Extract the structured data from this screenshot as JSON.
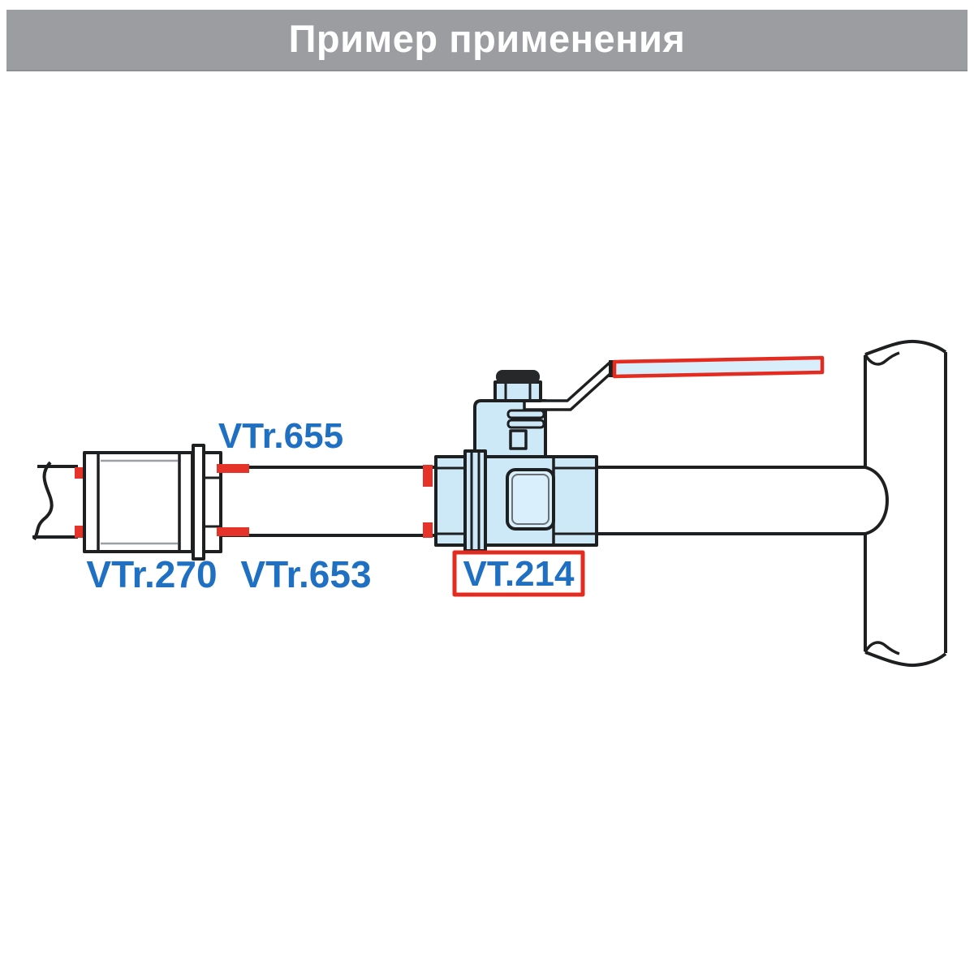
{
  "header": {
    "title": "Пример применения"
  },
  "diagram": {
    "labels": {
      "outer_thread_fitting": "VTr.655",
      "coupling": "VTr.270",
      "pipe": "VTr.653",
      "ball_valve": "VT.214"
    },
    "highlighted_part": "VT.214",
    "colors": {
      "header_bg": "#9b9da1",
      "header_text": "#ffffff",
      "outline": "#1d1f21",
      "valve_fill": "#cde9f8",
      "weld_red": "#e6332a",
      "highlight_box_red": "#e42b20",
      "label_blue": "#1f6fc2",
      "valve_label_blue": "#1a5dad"
    }
  }
}
